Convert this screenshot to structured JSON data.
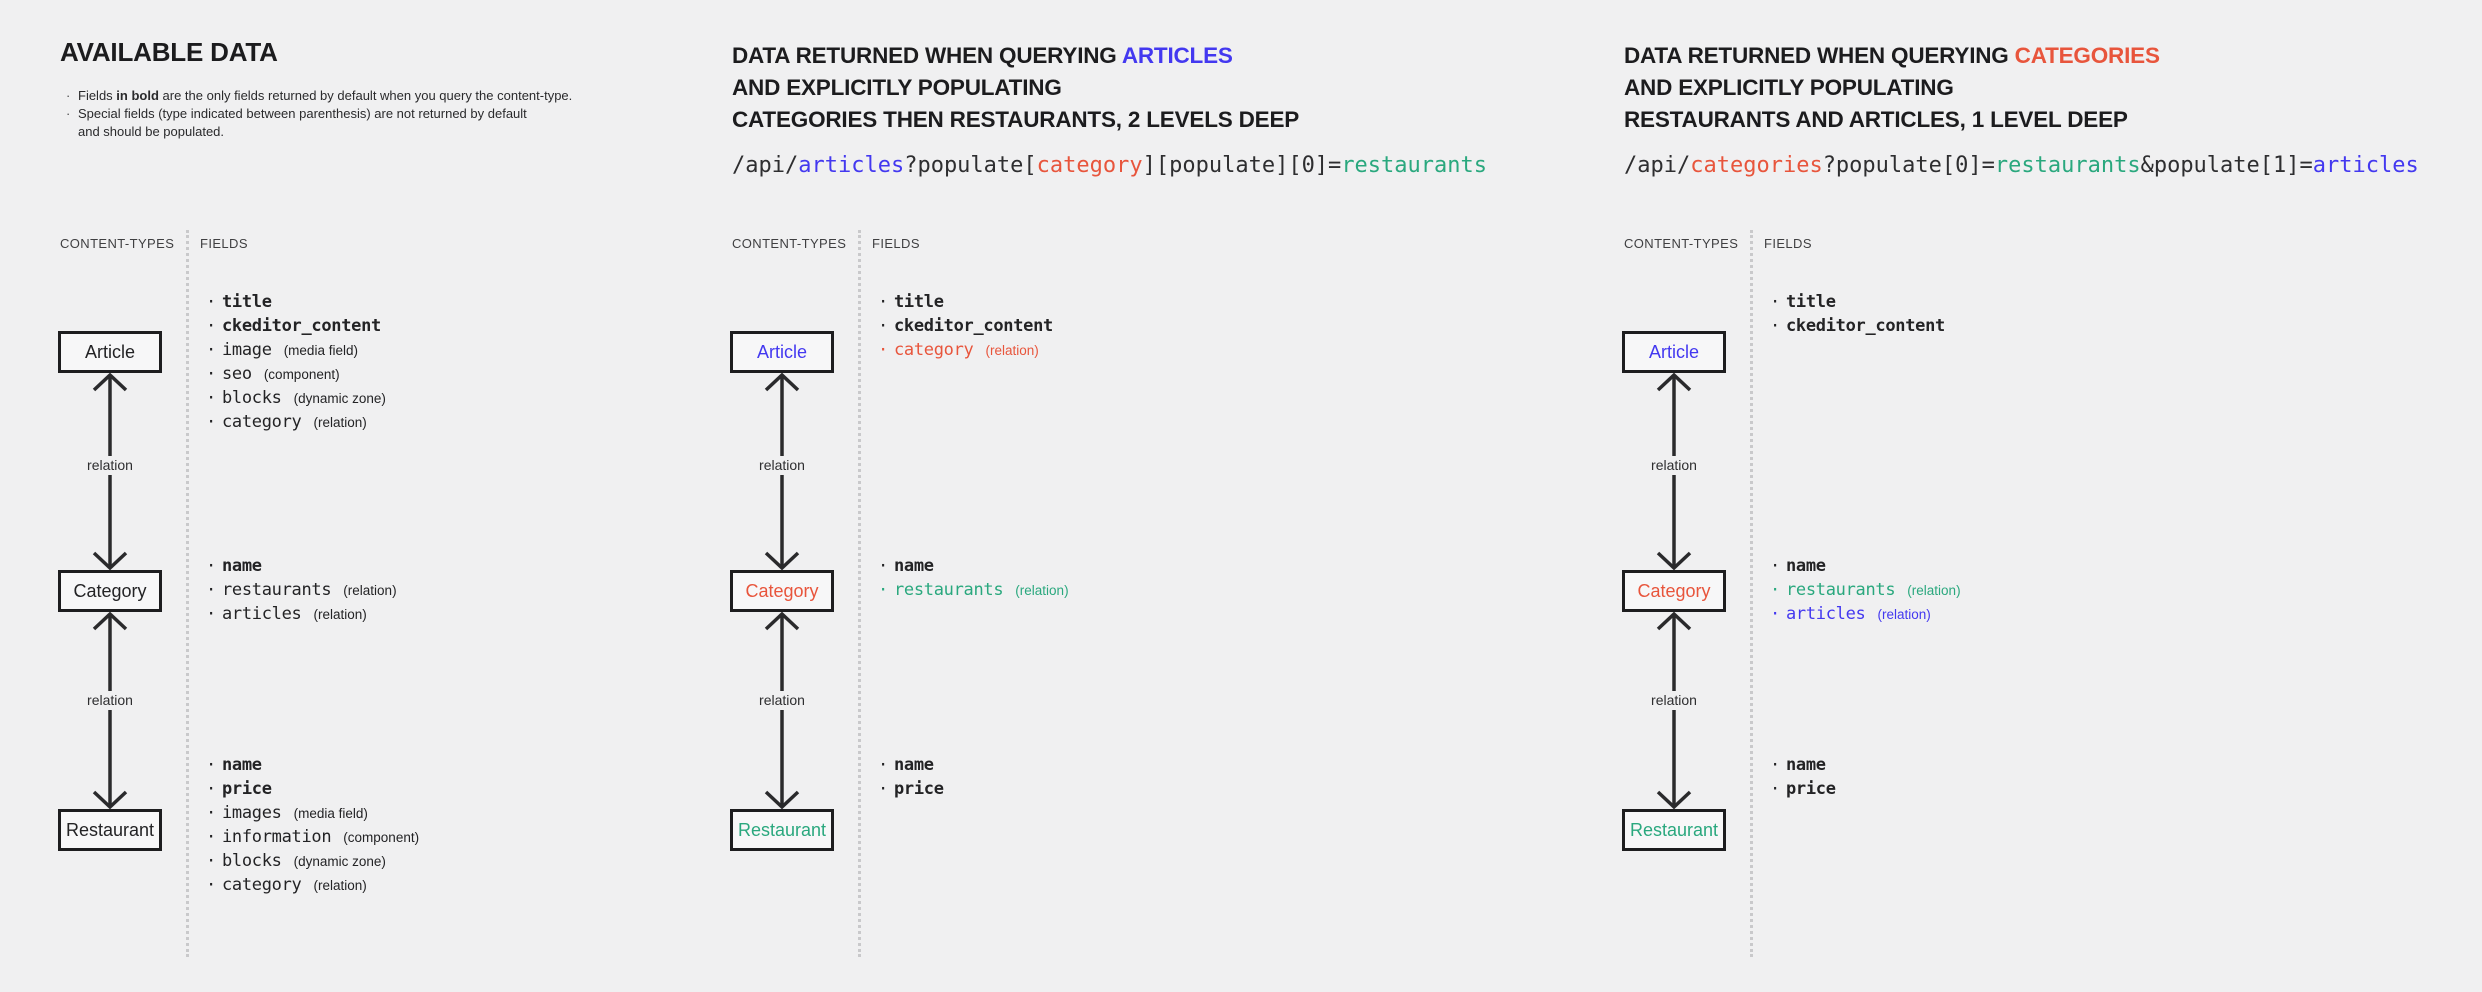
{
  "palette": {
    "dark": "#232325",
    "blue": "#4338f0",
    "red": "#e8553c",
    "teal": "#2aa87e"
  },
  "columns": [
    {
      "title": [
        {
          "t": "AVAILABLE DATA"
        }
      ],
      "notes": [
        [
          {
            "t": "Fields "
          },
          {
            "t": "in bold",
            "b": true
          },
          {
            "t": " are the only fields returned by default when you query the content-type."
          }
        ],
        [
          {
            "t": "Special fields (type indicated between parenthesis) are not returned by default"
          },
          {
            "br": true
          },
          {
            "t": "and should be populated."
          }
        ]
      ],
      "content_types_label": "CONTENT-TYPES",
      "fields_label": "FIELDS",
      "relation_labels": [
        "relation",
        "relation"
      ],
      "nodes": [
        {
          "name": "Article",
          "color": "dark",
          "fields": [
            {
              "name": "title",
              "bold": true,
              "color": "dark"
            },
            {
              "name": "ckeditor_content",
              "bold": true,
              "color": "dark"
            },
            {
              "name": "image",
              "type": "(media field)",
              "color": "dark"
            },
            {
              "name": "seo",
              "type": "(component)",
              "color": "dark"
            },
            {
              "name": "blocks",
              "type": "(dynamic zone)",
              "color": "dark"
            },
            {
              "name": "category",
              "type": "(relation)",
              "color": "dark"
            }
          ]
        },
        {
          "name": "Category",
          "color": "dark",
          "fields": [
            {
              "name": "name",
              "bold": true,
              "color": "dark"
            },
            {
              "name": "restaurants",
              "type": "(relation)",
              "color": "dark"
            },
            {
              "name": "articles",
              "type": "(relation)",
              "color": "dark"
            }
          ]
        },
        {
          "name": "Restaurant",
          "color": "dark",
          "fields": [
            {
              "name": "name",
              "bold": true,
              "color": "dark"
            },
            {
              "name": "price",
              "bold": true,
              "color": "dark"
            },
            {
              "name": "images",
              "type": "(media field)",
              "color": "dark"
            },
            {
              "name": "information",
              "type": "(component)",
              "color": "dark"
            },
            {
              "name": "blocks",
              "type": "(dynamic zone)",
              "color": "dark"
            },
            {
              "name": "category",
              "type": "(relation)",
              "color": "dark"
            }
          ]
        }
      ]
    },
    {
      "title": [
        {
          "t": "DATA RETURNED WHEN QUERYING "
        },
        {
          "t": "ARTICLES",
          "c": "blue"
        },
        {
          "br": true
        },
        {
          "t": "AND EXPLICITLY POPULATING"
        },
        {
          "br": true
        },
        {
          "t": "CATEGORIES THEN RESTAURANTS, 2 LEVELS DEEP"
        }
      ],
      "code": [
        {
          "t": "/api/"
        },
        {
          "t": "articles",
          "c": "blue"
        },
        {
          "t": "?populate["
        },
        {
          "t": "category",
          "c": "red"
        },
        {
          "t": "][populate][0]="
        },
        {
          "t": "restaurants",
          "c": "teal"
        }
      ],
      "content_types_label": "CONTENT-TYPES",
      "fields_label": "FIELDS",
      "relation_labels": [
        "relation",
        "relation"
      ],
      "nodes": [
        {
          "name": "Article",
          "color": "blue",
          "fields": [
            {
              "name": "title",
              "bold": true,
              "color": "dark"
            },
            {
              "name": "ckeditor_content",
              "bold": true,
              "color": "dark"
            },
            {
              "name": "category",
              "type": "(relation)",
              "color": "red"
            }
          ]
        },
        {
          "name": "Category",
          "color": "red",
          "fields": [
            {
              "name": "name",
              "bold": true,
              "color": "dark"
            },
            {
              "name": "restaurants",
              "type": "(relation)",
              "color": "teal"
            }
          ]
        },
        {
          "name": "Restaurant",
          "color": "teal",
          "fields": [
            {
              "name": "name",
              "bold": true,
              "color": "dark"
            },
            {
              "name": "price",
              "bold": true,
              "color": "dark"
            }
          ]
        }
      ]
    },
    {
      "title": [
        {
          "t": "DATA RETURNED WHEN QUERYING "
        },
        {
          "t": "CATEGORIES",
          "c": "red"
        },
        {
          "br": true
        },
        {
          "t": "AND EXPLICITLY POPULATING"
        },
        {
          "br": true
        },
        {
          "t": "RESTAURANTS AND ARTICLES, 1 LEVEL DEEP"
        }
      ],
      "code": [
        {
          "t": "/api/"
        },
        {
          "t": "categories",
          "c": "red"
        },
        {
          "t": "?populate[0]="
        },
        {
          "t": "restaurants",
          "c": "teal"
        },
        {
          "t": "&populate[1]="
        },
        {
          "t": "articles",
          "c": "blue"
        }
      ],
      "content_types_label": "CONTENT-TYPES",
      "fields_label": "FIELDS",
      "relation_labels": [
        "relation",
        "relation"
      ],
      "nodes": [
        {
          "name": "Article",
          "color": "blue",
          "fields": [
            {
              "name": "title",
              "bold": true,
              "color": "dark"
            },
            {
              "name": "ckeditor_content",
              "bold": true,
              "color": "dark"
            }
          ]
        },
        {
          "name": "Category",
          "color": "red",
          "fields": [
            {
              "name": "name",
              "bold": true,
              "color": "dark"
            },
            {
              "name": "restaurants",
              "type": "(relation)",
              "color": "teal"
            },
            {
              "name": "articles",
              "type": "(relation)",
              "color": "blue"
            }
          ]
        },
        {
          "name": "Restaurant",
          "color": "teal",
          "fields": [
            {
              "name": "name",
              "bold": true,
              "color": "dark"
            },
            {
              "name": "price",
              "bold": true,
              "color": "dark"
            }
          ]
        }
      ]
    }
  ]
}
